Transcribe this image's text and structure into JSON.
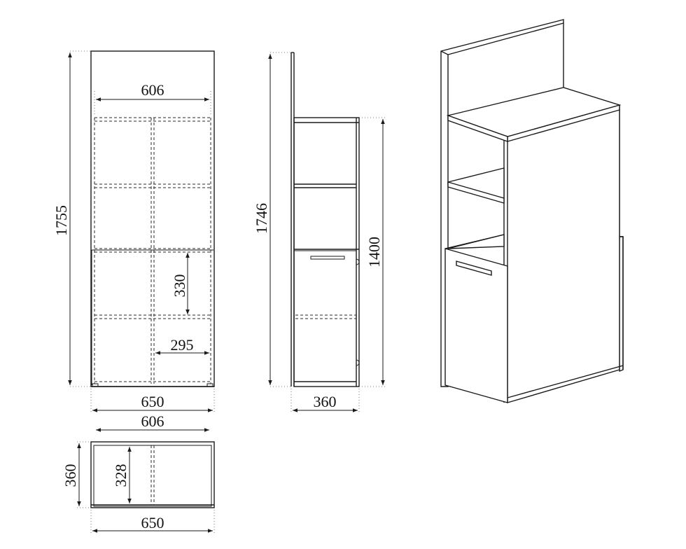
{
  "dimensions": {
    "front_inner_width": "606",
    "front_total_height": "1755",
    "front_shelf_spacing": "330",
    "front_compartment_width": "295",
    "front_total_width": "650",
    "side_total_height": "1746",
    "side_body_height": "1400",
    "side_depth": "360",
    "top_inner_width": "606",
    "top_depth": "360",
    "top_inner_depth": "328",
    "top_total_width": "650"
  },
  "colors": {
    "line": "#1a1a1a",
    "background": "#ffffff"
  }
}
